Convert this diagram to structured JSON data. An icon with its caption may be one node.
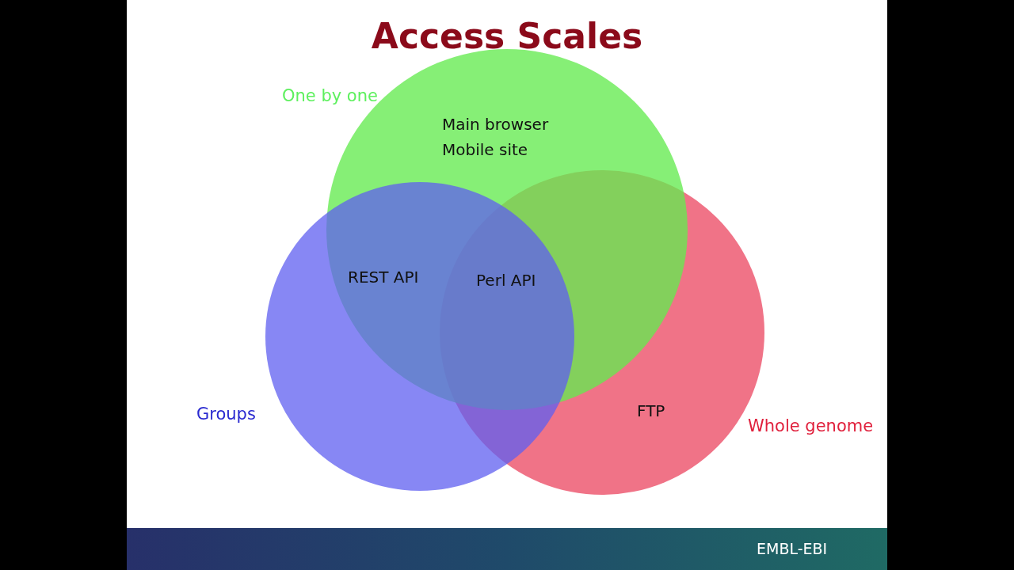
{
  "diagram": {
    "title": "Access Scales",
    "nodes": [
      {
        "text": [
          "One by one"
        ]
      },
      {
        "text": [
          "Groups"
        ]
      },
      {
        "text": [
          "Whole genome"
        ]
      }
    ],
    "labels": [
      "Main browser",
      "Mobile site",
      "REST API",
      "Perl API",
      "FTP",
      "EMBL-EBI"
    ]
  }
}
